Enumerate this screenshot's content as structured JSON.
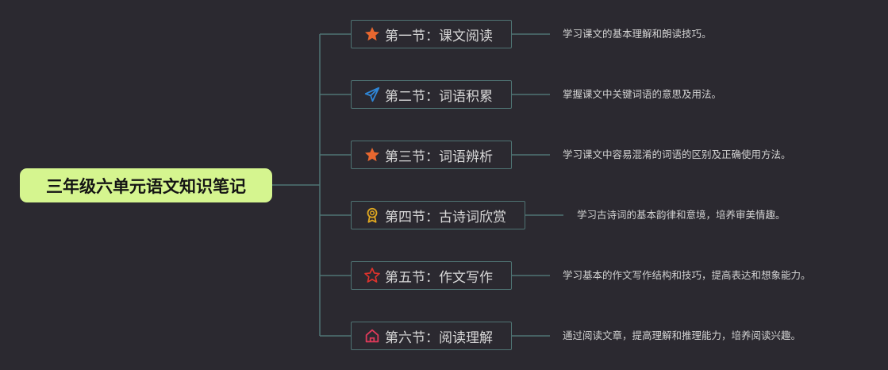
{
  "colors": {
    "background": "#2b2930",
    "root_fill": "#d5f58f",
    "link": "#4f7474",
    "node_text": "#d8d8d8"
  },
  "root": {
    "title": "三年级六单元语文知识笔记"
  },
  "branches": [
    {
      "label": "第一节：课文阅读",
      "icon": "star-filled-icon",
      "icon_color": "#e8672f",
      "note": "学习课文的基本理解和朗读技巧。"
    },
    {
      "label": "第二节：词语积累",
      "icon": "paper-plane-icon",
      "icon_color": "#2f86d6",
      "note": "掌握课文中关键词语的意思及用法。"
    },
    {
      "label": "第三节：词语辨析",
      "icon": "star-filled-icon",
      "icon_color": "#e8672f",
      "note": "学习课文中容易混淆的词语的区别及正确使用方法。"
    },
    {
      "label": "第四节：古诗词欣赏",
      "icon": "award-ribbon-icon",
      "icon_color": "#e0a820",
      "note": "学习古诗词的基本韵律和意境，培养审美情趣。"
    },
    {
      "label": "第五节：作文写作",
      "icon": "star-outline-icon",
      "icon_color": "#e0322c",
      "note": "学习基本的作文写作结构和技巧，提高表达和想象能力。"
    },
    {
      "label": "第六节：阅读理解",
      "icon": "home-icon",
      "icon_color": "#e03a5a",
      "note": "通过阅读文章，提高理解和推理能力，培养阅读兴趣。"
    }
  ]
}
